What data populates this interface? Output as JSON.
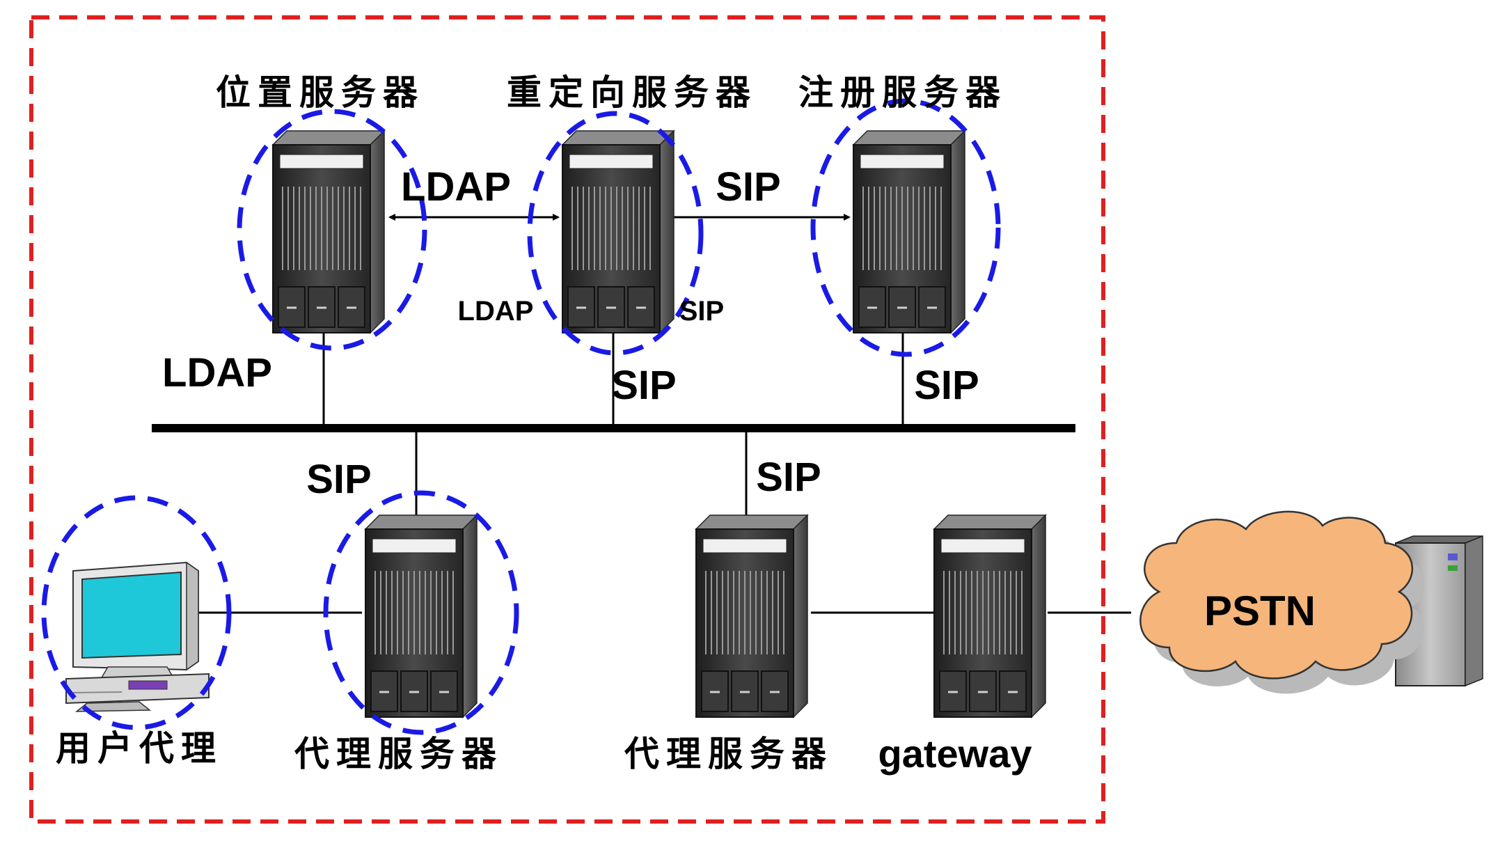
{
  "labels": {
    "location_server": "位置服务器",
    "redirect_server": "重定向服务器",
    "registrar_server": "注册服务器",
    "user_agent": "用户代理",
    "proxy_server_1": "代理服务器",
    "proxy_server_2": "代理服务器",
    "gateway": "gateway",
    "pstn": "PSTN"
  },
  "protocols": {
    "ldap_top": "LDAP",
    "sip_top": "SIP",
    "ldap_small": "LDAP",
    "sip_small": "SIP",
    "ldap_left": "LDAP",
    "sip_redirect_down": "SIP",
    "sip_registrar_down": "SIP",
    "sip_proxy1": "SIP",
    "sip_proxy2": "SIP"
  },
  "colors": {
    "dashed_boundary": "#e02020",
    "highlight_circle": "#1a1ae6",
    "server_dark": "#2b2b2b",
    "monitor_screen": "#1ec8d8",
    "cloud_fill": "#f6b57a"
  }
}
